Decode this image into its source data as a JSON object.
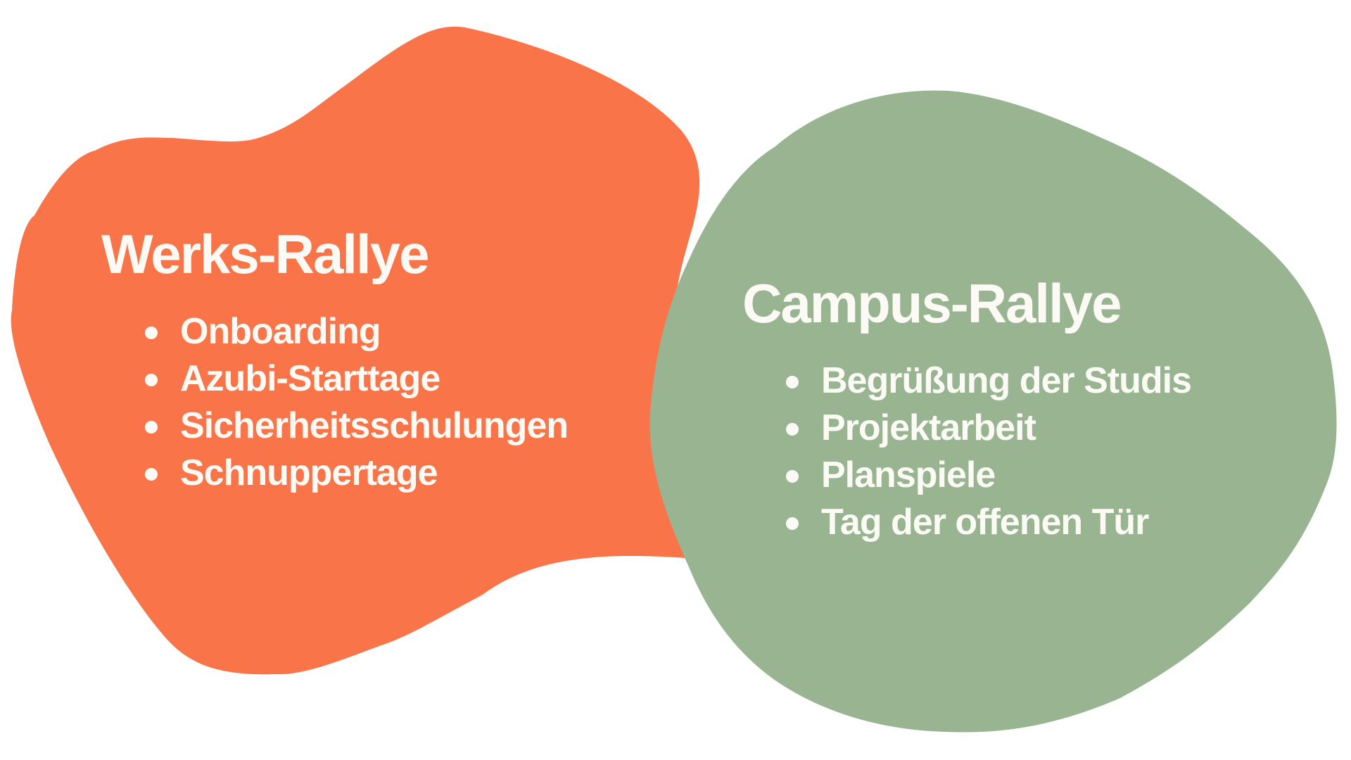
{
  "colors": {
    "werks_blob": "#F97549",
    "campus_blob": "#98B491",
    "text": "#FBFAF4",
    "background": "#FFFFFF"
  },
  "werks": {
    "title": "Werks-Rallye",
    "items": [
      "Onboarding",
      "Azubi-Starttage",
      "Sicherheitsschulungen",
      "Schnuppertage"
    ]
  },
  "campus": {
    "title": "Campus-Rallye",
    "items": [
      "Begrüßung der Studis",
      "Projektarbeit",
      "Planspiele",
      "Tag der offenen Tür"
    ]
  },
  "icons": {
    "bullet": "bullet-dot-icon"
  }
}
